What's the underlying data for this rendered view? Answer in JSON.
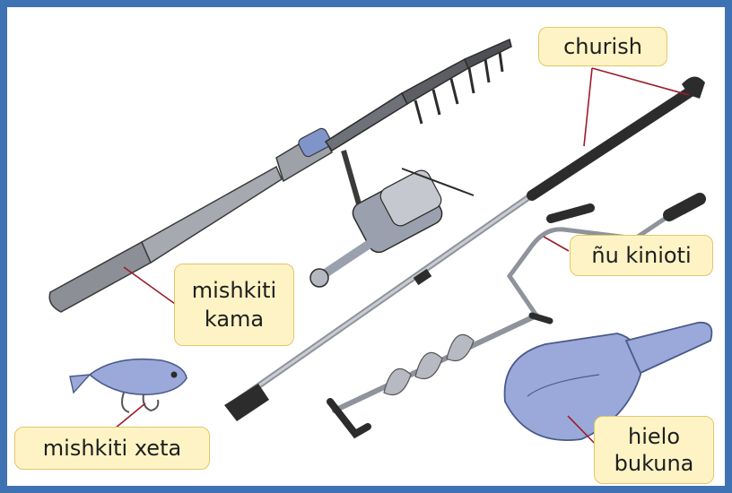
{
  "colors": {
    "frame": "#3f72b3",
    "label_fill": "#fdf3c4",
    "label_border": "#e3c66a",
    "leader_line": "#9b1c2c",
    "tool_blue": "#9aa9d9",
    "metal": "#b9bcc4",
    "dark": "#2c2c2c"
  },
  "labels": {
    "churish": "churish",
    "nu_kinioti": "ñu kinioti",
    "mishkiti_kama_line1": "mishkiti",
    "mishkiti_kama_line2": "kama",
    "mishkiti_xeta": "mishkiti xeta",
    "hielo_bukuna_line1": "hielo",
    "hielo_bukuna_line2": "bukuna"
  },
  "icons": [
    "fishing-rod-icon",
    "ice-chisel-icon",
    "ice-auger-icon",
    "ice-scoop-icon",
    "fishing-lure-icon"
  ]
}
